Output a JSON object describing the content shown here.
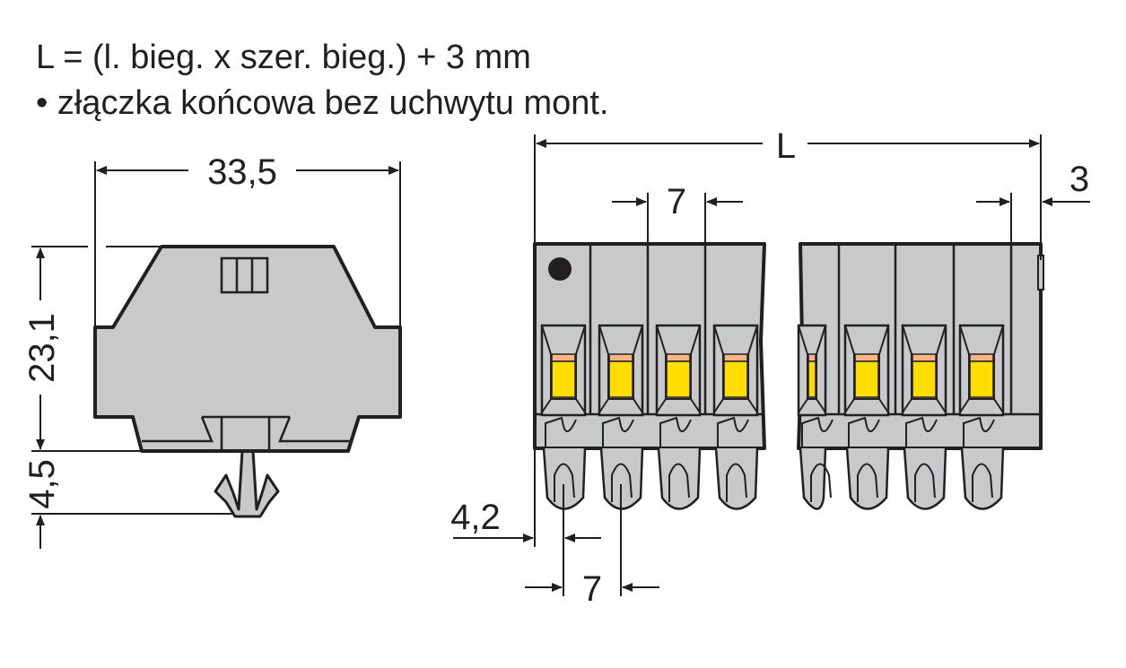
{
  "header": {
    "line1": "L = (l. bieg. x szer. bieg.) + 3 mm",
    "line2": "• złączka końcowa bez uchwytu mont."
  },
  "side_view": {
    "width_dim": "33,5",
    "height_dim": "23,1",
    "foot_dim": "4,5"
  },
  "front_view": {
    "length_dim": "L",
    "pitch_top_dim": "7",
    "end_dim": "3",
    "offset_dim": "4,2",
    "pitch_bottom_dim": "7",
    "pole_count_visible": 8
  },
  "colors": {
    "housing": "#c8c9cb",
    "clamp_yellow": "#ffdd00",
    "clamp_orange": "#f6b584",
    "line": "#231f20"
  }
}
